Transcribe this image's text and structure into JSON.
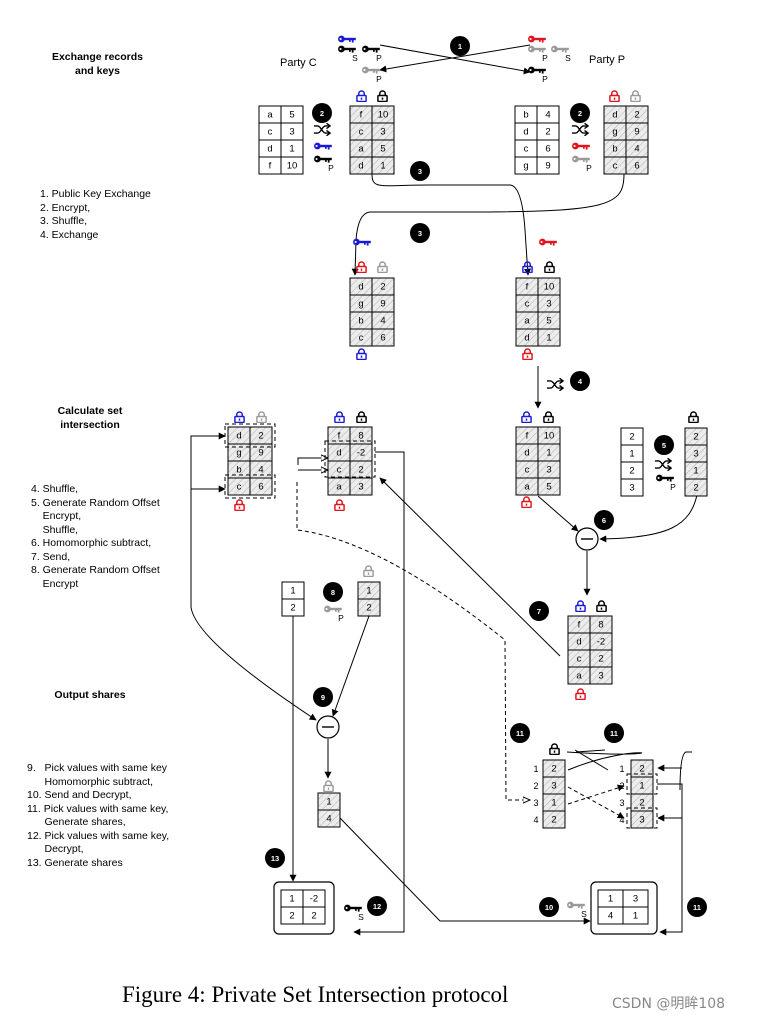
{
  "sections": {
    "exchange": [
      "Exchange records",
      "and keys"
    ],
    "calculate": [
      "Calculate set",
      "intersection"
    ],
    "output": "Output shares"
  },
  "parties": {
    "c": "Party C",
    "p": "Party P"
  },
  "steps_exchange": [
    "1. Public Key Exchange",
    "2. Encrypt,",
    "3. Shuffle,",
    "4. Exchange"
  ],
  "steps_calculate": [
    "4. Shuffle,",
    "5. Generate Random Offset",
    "    Encrypt,",
    "    Shuffle,",
    "6. Homomorphic subtract,",
    "7. Send,",
    "8. Generate Random Offset",
    "    Encrypt"
  ],
  "steps_output": [
    "9.   Pick values with same key",
    "      Homomorphic subtract,",
    "10. Send and Decrypt,",
    "11. Pick values with same key,",
    "      Generate shares,",
    "12. Pick values with same key,",
    "      Decrypt,",
    "13. Generate shares"
  ],
  "key_labels": {
    "secret": "S",
    "public": "P"
  },
  "step_badges": [
    "1",
    "2",
    "2",
    "3",
    "3",
    "4",
    "5",
    "6",
    "7",
    "8",
    "9",
    "10",
    "11",
    "11",
    "11",
    "12",
    "13"
  ],
  "tables": {
    "c_plain": [
      [
        "a",
        "5"
      ],
      [
        "c",
        "3"
      ],
      [
        "d",
        "1"
      ],
      [
        "f",
        "10"
      ]
    ],
    "c_enc": [
      [
        "f",
        "10"
      ],
      [
        "c",
        "3"
      ],
      [
        "a",
        "5"
      ],
      [
        "d",
        "1"
      ]
    ],
    "p_plain": [
      [
        "b",
        "4"
      ],
      [
        "d",
        "2"
      ],
      [
        "c",
        "6"
      ],
      [
        "g",
        "9"
      ]
    ],
    "p_enc": [
      [
        "d",
        "2"
      ],
      [
        "g",
        "9"
      ],
      [
        "b",
        "4"
      ],
      [
        "c",
        "6"
      ]
    ],
    "c_received": [
      [
        "d",
        "2"
      ],
      [
        "g",
        "9"
      ],
      [
        "b",
        "4"
      ],
      [
        "c",
        "6"
      ]
    ],
    "p_received": [
      [
        "f",
        "10"
      ],
      [
        "c",
        "3"
      ],
      [
        "a",
        "5"
      ],
      [
        "d",
        "1"
      ]
    ],
    "calc_left": [
      [
        "d",
        "2"
      ],
      [
        "g",
        "9"
      ],
      [
        "b",
        "4"
      ],
      [
        "c",
        "6"
      ]
    ],
    "calc_mid": [
      [
        "f",
        "8"
      ],
      [
        "d",
        "-2"
      ],
      [
        "c",
        "2"
      ],
      [
        "a",
        "3"
      ]
    ],
    "calc_shuffled": [
      [
        "f",
        "10"
      ],
      [
        "d",
        "1"
      ],
      [
        "c",
        "3"
      ],
      [
        "a",
        "5"
      ]
    ],
    "offset_plain": [
      "2",
      "1",
      "2",
      "3"
    ],
    "offset_enc": [
      "2",
      "3",
      "1",
      "2"
    ],
    "sent": [
      [
        "f",
        "8"
      ],
      [
        "d",
        "-2"
      ],
      [
        "c",
        "2"
      ],
      [
        "a",
        "3"
      ]
    ],
    "share_plain": [
      "1",
      "2"
    ],
    "share_enc": [
      "1",
      "2"
    ],
    "diff_result": [
      "1",
      "4"
    ],
    "p_list_idx": [
      "1",
      "2",
      "3",
      "4"
    ],
    "p_list": [
      "2",
      "3",
      "1",
      "2"
    ],
    "p_sel_idx": [
      "1",
      "2",
      "3",
      "4"
    ],
    "p_sel": [
      "2",
      "1",
      "2",
      "3"
    ],
    "final_c": [
      [
        "1",
        "-2"
      ],
      [
        "2",
        "2"
      ]
    ],
    "final_p": [
      [
        "1",
        "3"
      ],
      [
        "4",
        "1"
      ]
    ]
  },
  "caption": "Figure 4:  Private Set Intersection protocol",
  "watermark": "CSDN @明眸108",
  "colors": {
    "blue": "#1a1ad6",
    "red": "#e0141a",
    "gray": "#9a9a9a",
    "black": "#000000"
  }
}
